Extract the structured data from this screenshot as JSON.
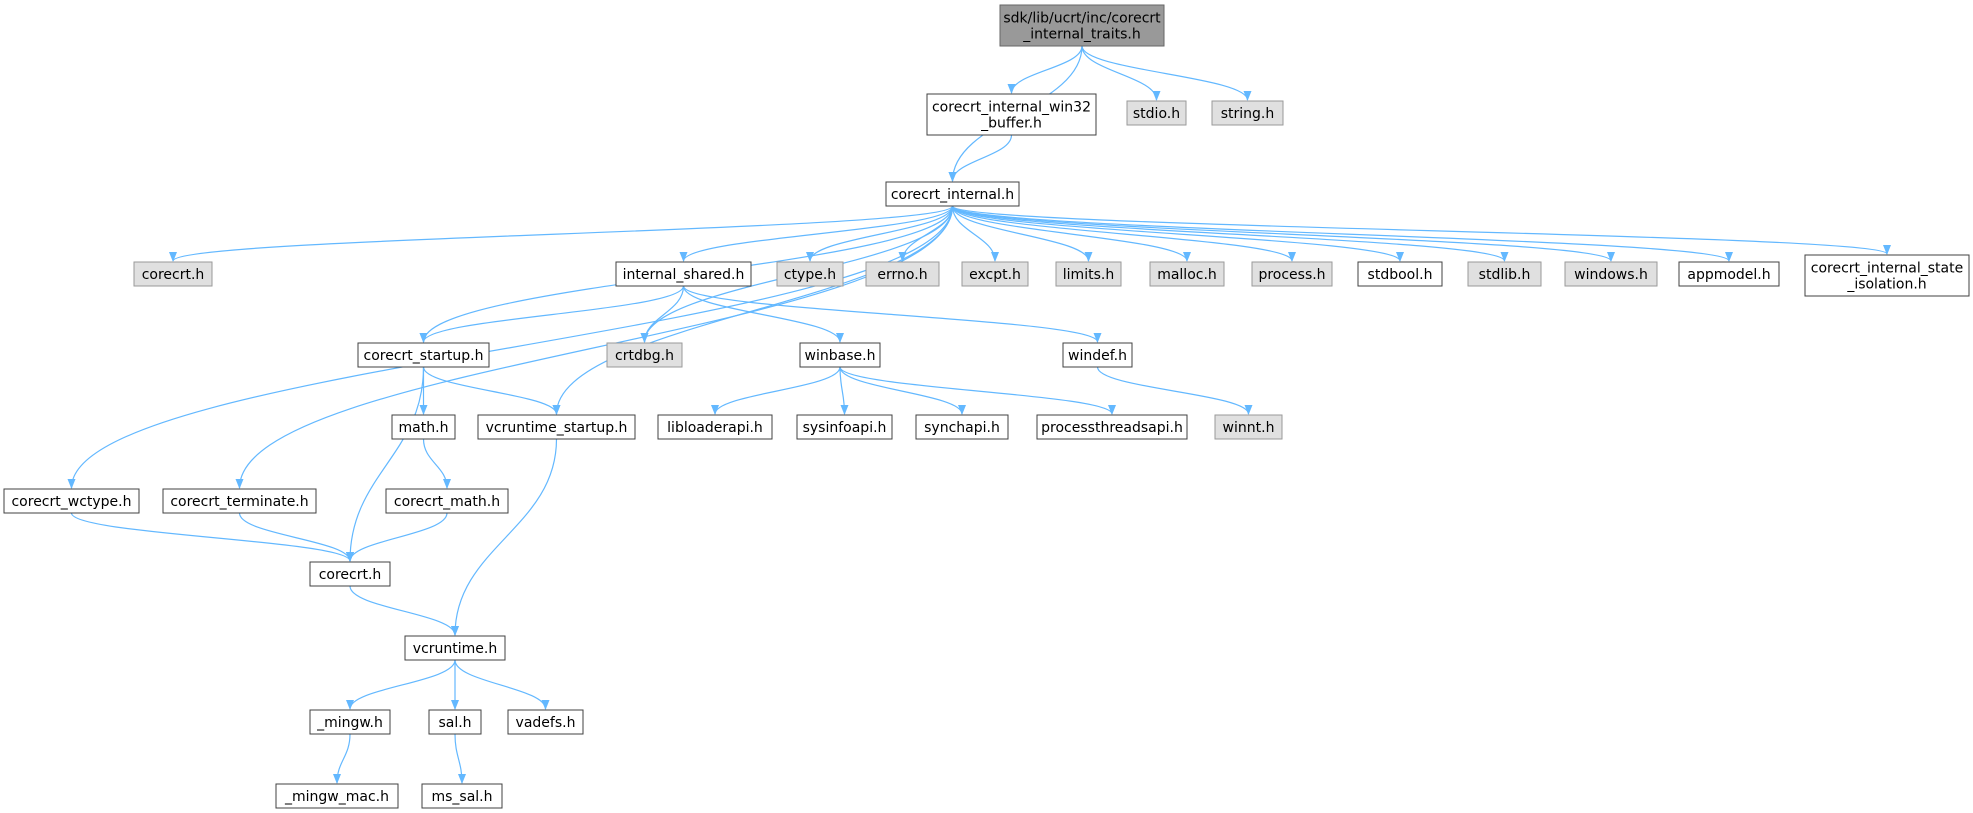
{
  "colors": {
    "edge": "#63b8ff",
    "node_white": "#ffffff",
    "node_gray": "#e0e0e0",
    "node_root": "#999999",
    "border": "#404040"
  },
  "nodes": [
    {
      "id": "root",
      "lines": [
        "sdk/lib/ucrt/inc/corecrt",
        "_internal_traits.h"
      ],
      "style": "root"
    },
    {
      "id": "win32buf",
      "lines": [
        "corecrt_internal_win32",
        "_buffer.h"
      ],
      "style": "white"
    },
    {
      "id": "stdio",
      "lines": [
        "stdio.h"
      ],
      "style": "gray"
    },
    {
      "id": "string",
      "lines": [
        "string.h"
      ],
      "style": "gray"
    },
    {
      "id": "internal",
      "lines": [
        "corecrt_internal.h"
      ],
      "style": "white"
    },
    {
      "id": "corecrt_g",
      "lines": [
        "corecrt.h"
      ],
      "style": "gray"
    },
    {
      "id": "shared",
      "lines": [
        "internal_shared.h"
      ],
      "style": "white"
    },
    {
      "id": "ctype",
      "lines": [
        "ctype.h"
      ],
      "style": "gray"
    },
    {
      "id": "errno",
      "lines": [
        "errno.h"
      ],
      "style": "gray"
    },
    {
      "id": "excpt",
      "lines": [
        "excpt.h"
      ],
      "style": "gray"
    },
    {
      "id": "limits",
      "lines": [
        "limits.h"
      ],
      "style": "gray"
    },
    {
      "id": "malloc",
      "lines": [
        "malloc.h"
      ],
      "style": "gray"
    },
    {
      "id": "process",
      "lines": [
        "process.h"
      ],
      "style": "gray"
    },
    {
      "id": "stdbool",
      "lines": [
        "stdbool.h"
      ],
      "style": "white"
    },
    {
      "id": "stdlib",
      "lines": [
        "stdlib.h"
      ],
      "style": "gray"
    },
    {
      "id": "windows",
      "lines": [
        "windows.h"
      ],
      "style": "gray"
    },
    {
      "id": "appmodel",
      "lines": [
        "appmodel.h"
      ],
      "style": "white"
    },
    {
      "id": "state",
      "lines": [
        "corecrt_internal_state",
        "_isolation.h"
      ],
      "style": "white"
    },
    {
      "id": "startup",
      "lines": [
        "corecrt_startup.h"
      ],
      "style": "white"
    },
    {
      "id": "crtdbg",
      "lines": [
        "crtdbg.h"
      ],
      "style": "gray"
    },
    {
      "id": "winbase",
      "lines": [
        "winbase.h"
      ],
      "style": "white"
    },
    {
      "id": "windef",
      "lines": [
        "windef.h"
      ],
      "style": "white"
    },
    {
      "id": "math",
      "lines": [
        "math.h"
      ],
      "style": "white"
    },
    {
      "id": "vcstartup",
      "lines": [
        "vcruntime_startup.h"
      ],
      "style": "white"
    },
    {
      "id": "libloader",
      "lines": [
        "libloaderapi.h"
      ],
      "style": "white"
    },
    {
      "id": "sysinfo",
      "lines": [
        "sysinfoapi.h"
      ],
      "style": "white"
    },
    {
      "id": "synch",
      "lines": [
        "synchapi.h"
      ],
      "style": "white"
    },
    {
      "id": "procthreads",
      "lines": [
        "processthreadsapi.h"
      ],
      "style": "white"
    },
    {
      "id": "winnt",
      "lines": [
        "winnt.h"
      ],
      "style": "gray"
    },
    {
      "id": "wctype",
      "lines": [
        "corecrt_wctype.h"
      ],
      "style": "white"
    },
    {
      "id": "terminate",
      "lines": [
        "corecrt_terminate.h"
      ],
      "style": "white"
    },
    {
      "id": "cmath",
      "lines": [
        "corecrt_math.h"
      ],
      "style": "white"
    },
    {
      "id": "corecrt",
      "lines": [
        "corecrt.h"
      ],
      "style": "white"
    },
    {
      "id": "vcruntime",
      "lines": [
        "vcruntime.h"
      ],
      "style": "white"
    },
    {
      "id": "mingw",
      "lines": [
        "_mingw.h"
      ],
      "style": "white"
    },
    {
      "id": "sal",
      "lines": [
        "sal.h"
      ],
      "style": "white"
    },
    {
      "id": "vadefs",
      "lines": [
        "vadefs.h"
      ],
      "style": "white"
    },
    {
      "id": "mingwmac",
      "lines": [
        "_mingw_mac.h"
      ],
      "style": "white"
    },
    {
      "id": "mssal",
      "lines": [
        "ms_sal.h"
      ],
      "style": "white"
    }
  ],
  "edges": [
    [
      "root",
      "internal"
    ],
    [
      "root",
      "win32buf"
    ],
    [
      "root",
      "stdio"
    ],
    [
      "root",
      "string"
    ],
    [
      "win32buf",
      "internal"
    ],
    [
      "internal",
      "corecrt_g"
    ],
    [
      "internal",
      "wctype"
    ],
    [
      "internal",
      "terminate"
    ],
    [
      "internal",
      "startup"
    ],
    [
      "internal",
      "vcstartup"
    ],
    [
      "internal",
      "crtdbg"
    ],
    [
      "internal",
      "shared"
    ],
    [
      "internal",
      "ctype"
    ],
    [
      "internal",
      "errno"
    ],
    [
      "internal",
      "excpt"
    ],
    [
      "internal",
      "limits"
    ],
    [
      "internal",
      "malloc"
    ],
    [
      "internal",
      "process"
    ],
    [
      "internal",
      "stdbool"
    ],
    [
      "internal",
      "stdlib"
    ],
    [
      "internal",
      "windows"
    ],
    [
      "internal",
      "appmodel"
    ],
    [
      "internal",
      "state"
    ],
    [
      "shared",
      "startup"
    ],
    [
      "shared",
      "crtdbg"
    ],
    [
      "shared",
      "winbase"
    ],
    [
      "shared",
      "windef"
    ],
    [
      "startup",
      "corecrt"
    ],
    [
      "startup",
      "math"
    ],
    [
      "startup",
      "vcstartup"
    ],
    [
      "winbase",
      "libloader"
    ],
    [
      "winbase",
      "sysinfo"
    ],
    [
      "winbase",
      "synch"
    ],
    [
      "winbase",
      "procthreads"
    ],
    [
      "windef",
      "winnt"
    ],
    [
      "math",
      "cmath"
    ],
    [
      "vcstartup",
      "vcruntime"
    ],
    [
      "wctype",
      "corecrt"
    ],
    [
      "terminate",
      "corecrt"
    ],
    [
      "cmath",
      "corecrt"
    ],
    [
      "corecrt",
      "vcruntime"
    ],
    [
      "vcruntime",
      "mingw"
    ],
    [
      "vcruntime",
      "sal"
    ],
    [
      "vcruntime",
      "vadefs"
    ],
    [
      "mingw",
      "mingwmac"
    ],
    [
      "sal",
      "mssal"
    ]
  ]
}
